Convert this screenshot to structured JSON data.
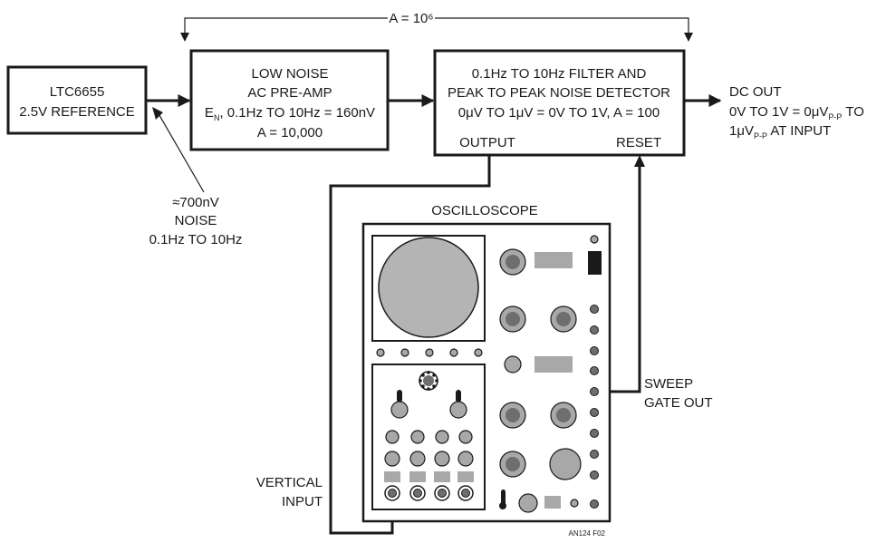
{
  "gain_label": "A = 10⁶",
  "reference": {
    "line1": "LTC6655",
    "line2": "2.5V REFERENCE"
  },
  "noise_note": {
    "line1": "≈700nV",
    "line2": "NOISE",
    "line3": "0.1Hz TO 10Hz"
  },
  "preamp": {
    "line1": "LOW NOISE",
    "line2": "AC PRE-AMP",
    "line3_a": "E",
    "line3_sub": "N",
    "line3_b": ", 0.1Hz TO 10Hz = 160nV",
    "line4": "A = 10,000"
  },
  "filter": {
    "line1": "0.1Hz TO 10Hz FILTER AND",
    "line2": "PEAK TO PEAK NOISE DETECTOR",
    "line3": "0μV TO 1μV = 0V TO 1V, A = 100",
    "output_label": "OUTPUT",
    "reset_label": "RESET"
  },
  "dc_out": {
    "line1": "DC OUT",
    "line2_a": "0V TO 1V = 0μV",
    "line2_sub": "P-P",
    "line2_b": " TO",
    "line3_a": "1μV",
    "line3_sub": "P-P",
    "line3_b": " AT INPUT"
  },
  "oscilloscope": {
    "title": "OSCILLOSCOPE",
    "sweep_line1": "SWEEP",
    "sweep_line2": "GATE OUT",
    "vertical_line1": "VERTICAL",
    "vertical_line2": "INPUT"
  },
  "figure_id": "AN124 F02"
}
